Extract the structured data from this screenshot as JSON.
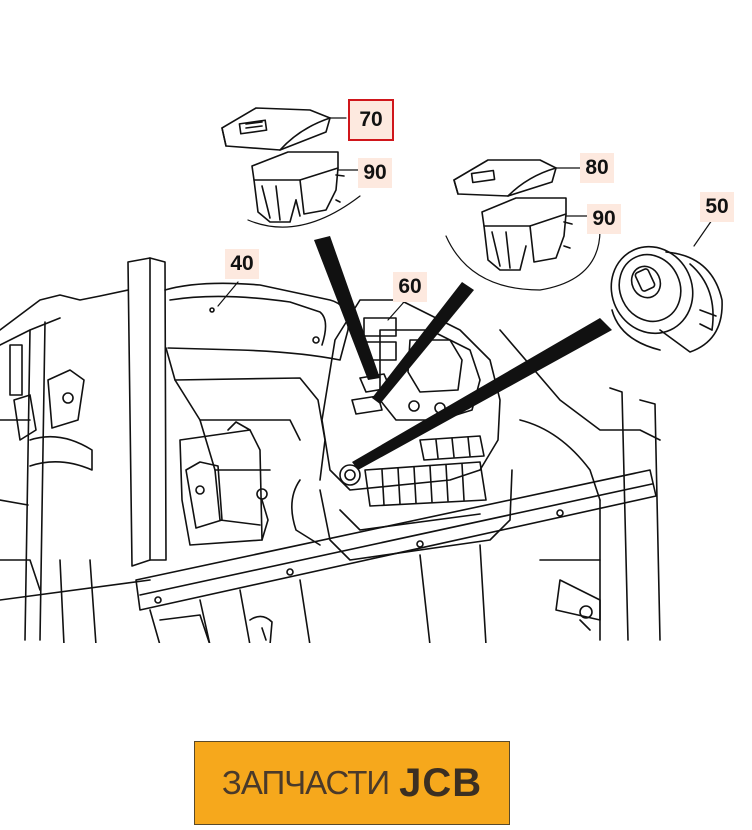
{
  "callouts": {
    "c70": "70",
    "c90a": "90",
    "c80": "80",
    "c90b": "90",
    "c50": "50",
    "c40": "40",
    "c60": "60"
  },
  "logo": {
    "text": "ЗАПЧАСТИ",
    "brand": "JCB",
    "background": "#f6a81c"
  },
  "colors": {
    "line": "#111111",
    "callout_bg": "#fde9df",
    "selected_border": "#d0161b"
  }
}
